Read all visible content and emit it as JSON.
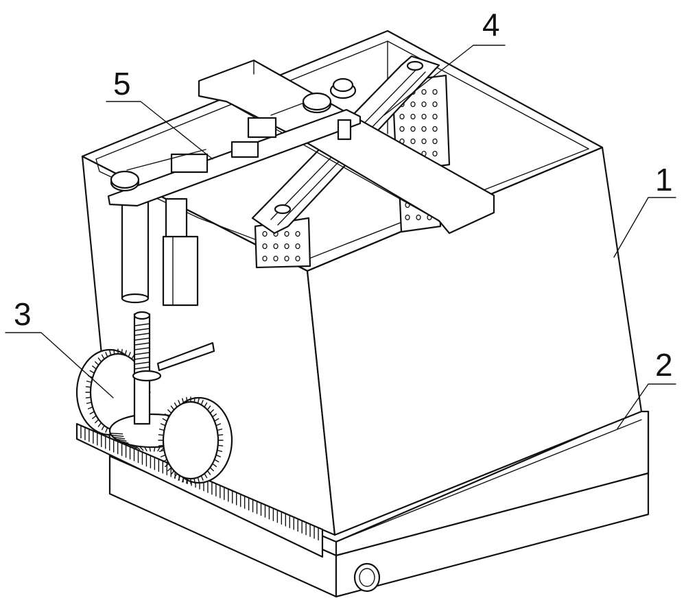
{
  "labels": {
    "housing": "1",
    "base": "2",
    "drive_gear": "3",
    "cross_slide": "4",
    "arm": "5"
  }
}
